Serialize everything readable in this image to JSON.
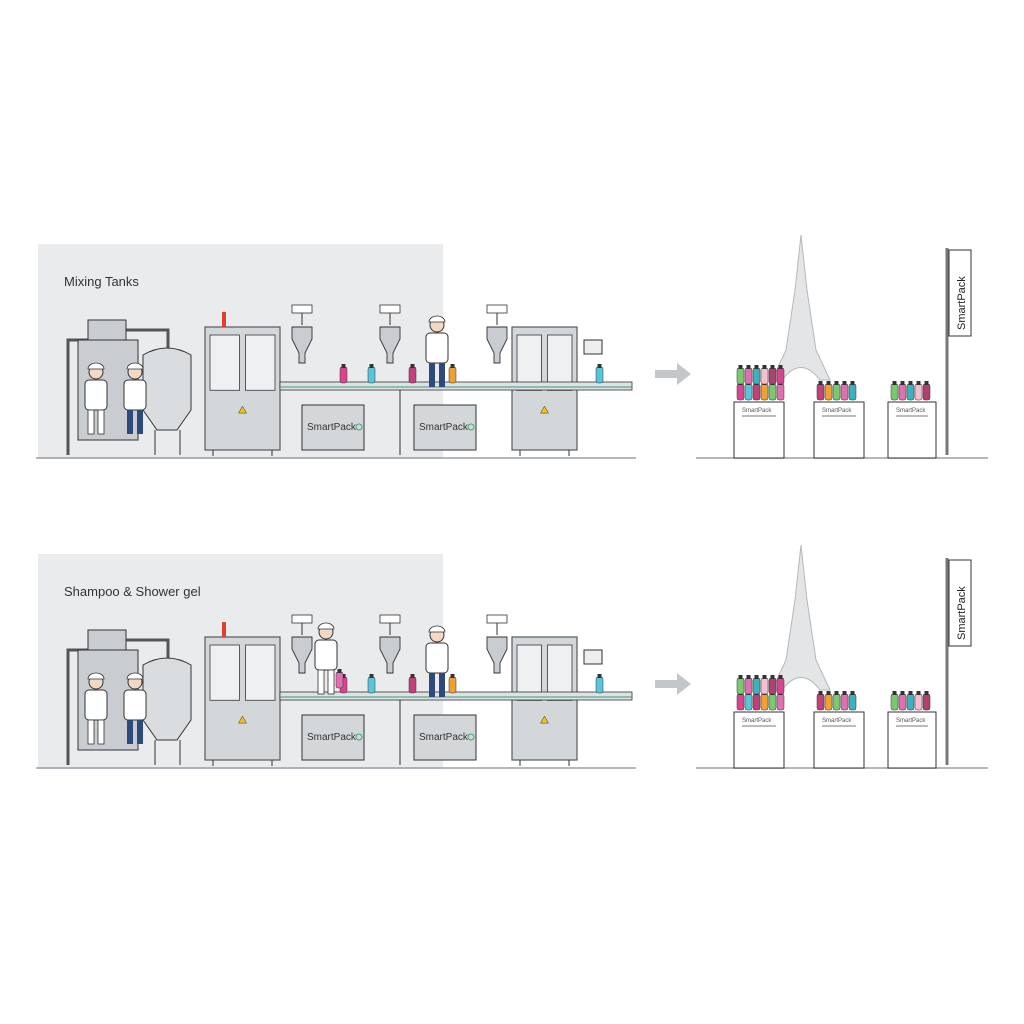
{
  "scenes": [
    {
      "title": "Mixing Tanks"
    },
    {
      "title": "Shampoo & Shower gel"
    }
  ],
  "brand": {
    "name": "SmartPack",
    "sign": "SmartPack"
  },
  "display_box_label": "SmartPack",
  "colors": {
    "machine": "#c9ccd0",
    "machine_stroke": "#555a60",
    "floor": "#9aa0a6",
    "arrow": "#c4c7ca",
    "bottles": [
      "#d9448f",
      "#5bc4d8",
      "#c2417a",
      "#f0a030",
      "#7bc96f",
      "#e070b0",
      "#3fb0c0",
      "#f4c0d0",
      "#b04070"
    ]
  }
}
